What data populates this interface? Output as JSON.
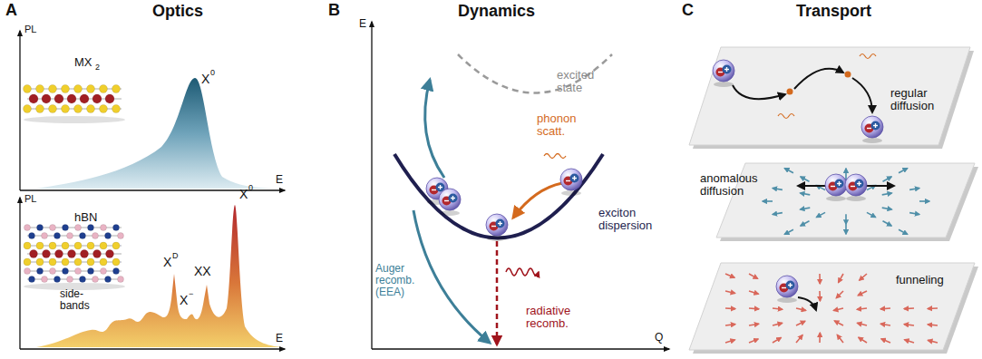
{
  "diagram": {
    "labels": [
      "A",
      "Optics",
      "B",
      "Dynamics",
      "C",
      "Transport",
      "PL",
      "MX",
      "2",
      "X",
      "0",
      "E",
      "PL",
      "hBN",
      "X",
      "D",
      "XX",
      "X",
      "−",
      "X",
      "0",
      "side- bands",
      "E",
      "E",
      "excited state",
      "phonon scatt.",
      "exciton dispersion",
      "Auger recomb. (EEA)",
      "radiative recomb.",
      "Q",
      "regular diffusion",
      "anomalous diffusion",
      "funneling"
    ]
  }
}
